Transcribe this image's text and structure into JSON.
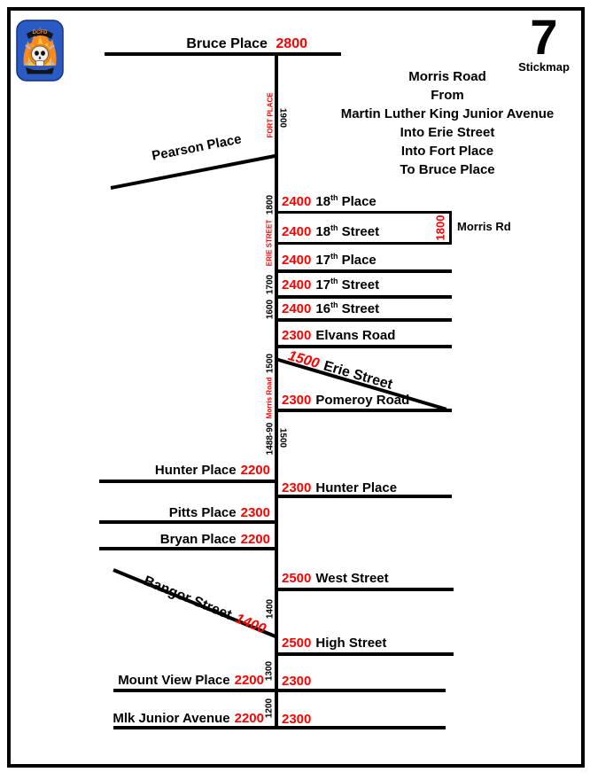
{
  "page": {
    "number": "7",
    "label": "Stickmap",
    "title_lines": [
      "Morris Road",
      "From",
      "Martin Luther King Junior Avenue",
      "Into Erie Street",
      "Into Fort Place",
      "To Bruce Place"
    ]
  },
  "logo": {
    "text": "DCFD"
  },
  "colors": {
    "accent_red": "#FF0000",
    "line_black": "#000000",
    "logo_blue": "#2A5BC5",
    "flame_orange": "#F68B1F"
  },
  "top_street": {
    "name": "Bruce Place",
    "number": "2800"
  },
  "streets_right": [
    {
      "number": "2400",
      "name": "18",
      "sup": "th",
      "rest": "Place"
    },
    {
      "number": "2400",
      "name": "18",
      "sup": "th",
      "rest": "Street"
    },
    {
      "number": "2400",
      "name": "17",
      "sup": "th",
      "rest": "Place"
    },
    {
      "number": "2400",
      "name": "17",
      "sup": "th",
      "rest": "Street"
    },
    {
      "number": "2400",
      "name": "16",
      "sup": "th",
      "rest": "Street"
    },
    {
      "number": "2300",
      "name": "Elvans Road",
      "sup": "",
      "rest": ""
    },
    {
      "number": "2300",
      "name": "Pomeroy Road",
      "sup": "",
      "rest": ""
    },
    {
      "number": "2300",
      "name": "Hunter Place",
      "sup": "",
      "rest": ""
    },
    {
      "number": "2500",
      "name": "West Street",
      "sup": "",
      "rest": ""
    },
    {
      "number": "2500",
      "name": "High Street",
      "sup": "",
      "rest": ""
    },
    {
      "number": "2300",
      "name": "",
      "sup": "",
      "rest": ""
    },
    {
      "number": "2300",
      "name": "",
      "sup": "",
      "rest": ""
    }
  ],
  "streets_left": [
    {
      "name": "Hunter Place",
      "number": "2200"
    },
    {
      "name": "Pitts Place",
      "number": "2300"
    },
    {
      "name": "Bryan Place",
      "number": "2200"
    },
    {
      "name": "Mount View Place",
      "number": "2200"
    },
    {
      "name": "Mlk Junior Avenue",
      "number": "2200"
    }
  ],
  "diagonals": {
    "pearson": {
      "name": "Pearson Place"
    },
    "erie": {
      "number": "1500",
      "name": "Erie Street"
    },
    "bangor": {
      "name": "Bangor Street",
      "number": "1400"
    }
  },
  "axis": {
    "fort_place": "FORT PLACE",
    "erie_street": "ERIE STREET",
    "morris_road": "Morris Road",
    "morris_box_number": "1800",
    "morris_rd_label": "Morris Rd",
    "blocks": {
      "b1900": "1900",
      "b1800": "1800",
      "b1700": "1700",
      "b1600": "1600",
      "b1500a": "1500",
      "b1488": "1488-90",
      "b1500b": "1500",
      "b1400": "1400",
      "b1300": "1300",
      "b1200": "1200"
    }
  }
}
